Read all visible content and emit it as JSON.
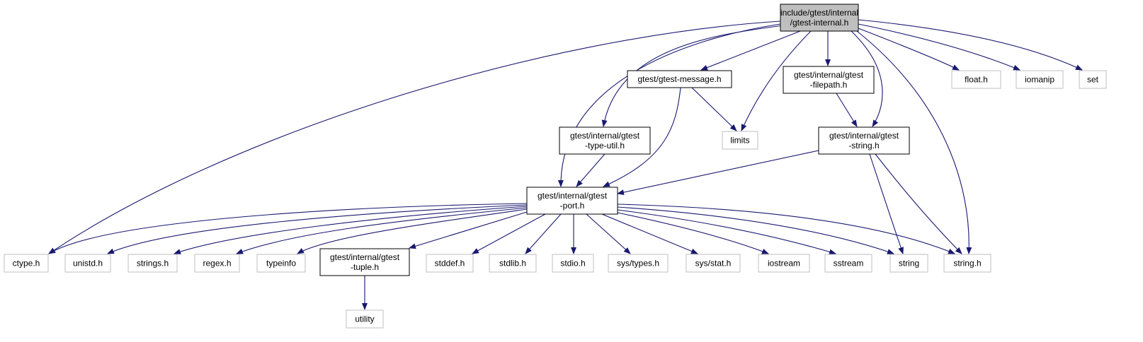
{
  "diagram": {
    "colors": {
      "edge": "#191970",
      "root_fill": "#bfbfbf",
      "root_border": "#000000",
      "documented_border": "#000000",
      "external_border": "#bfbfbf",
      "external_text": "#4f4f4f"
    },
    "nodes": {
      "root": {
        "lines": [
          "include/gtest/internal",
          "/gtest-internal.h"
        ],
        "kind": "root"
      },
      "message": {
        "lines": [
          "gtest/gtest-message.h"
        ],
        "kind": "documented"
      },
      "filepath": {
        "lines": [
          "gtest/internal/gtest",
          "-filepath.h"
        ],
        "kind": "documented"
      },
      "typeutil": {
        "lines": [
          "gtest/internal/gtest",
          "-type-util.h"
        ],
        "kind": "documented"
      },
      "gstring": {
        "lines": [
          "gtest/internal/gtest",
          "-string.h"
        ],
        "kind": "documented"
      },
      "port": {
        "lines": [
          "gtest/internal/gtest",
          "-port.h"
        ],
        "kind": "documented"
      },
      "tuple": {
        "lines": [
          "gtest/internal/gtest",
          "-tuple.h"
        ],
        "kind": "documented"
      },
      "limits": {
        "lines": [
          "limits"
        ],
        "kind": "external"
      },
      "float_h": {
        "lines": [
          "float.h"
        ],
        "kind": "external"
      },
      "iomanip": {
        "lines": [
          "iomanip"
        ],
        "kind": "external"
      },
      "set": {
        "lines": [
          "set"
        ],
        "kind": "external"
      },
      "ctype": {
        "lines": [
          "ctype.h"
        ],
        "kind": "external"
      },
      "unistd": {
        "lines": [
          "unistd.h"
        ],
        "kind": "external"
      },
      "strings": {
        "lines": [
          "strings.h"
        ],
        "kind": "external"
      },
      "regex": {
        "lines": [
          "regex.h"
        ],
        "kind": "external"
      },
      "typeinfo": {
        "lines": [
          "typeinfo"
        ],
        "kind": "external"
      },
      "stddef": {
        "lines": [
          "stddef.h"
        ],
        "kind": "external"
      },
      "stdlib": {
        "lines": [
          "stdlib.h"
        ],
        "kind": "external"
      },
      "stdio": {
        "lines": [
          "stdio.h"
        ],
        "kind": "external"
      },
      "systypes": {
        "lines": [
          "sys/types.h"
        ],
        "kind": "external"
      },
      "sysstat": {
        "lines": [
          "sys/stat.h"
        ],
        "kind": "external"
      },
      "iostream": {
        "lines": [
          "iostream"
        ],
        "kind": "external"
      },
      "sstream": {
        "lines": [
          "sstream"
        ],
        "kind": "external"
      },
      "string": {
        "lines": [
          "string"
        ],
        "kind": "external"
      },
      "string_h": {
        "lines": [
          "string.h"
        ],
        "kind": "external"
      },
      "utility": {
        "lines": [
          "utility"
        ],
        "kind": "external"
      }
    },
    "edges": [
      [
        "root",
        "ctype"
      ],
      [
        "root",
        "port"
      ],
      [
        "root",
        "typeutil"
      ],
      [
        "root",
        "message"
      ],
      [
        "root",
        "limits"
      ],
      [
        "root",
        "filepath"
      ],
      [
        "root",
        "gstring"
      ],
      [
        "root",
        "string_h"
      ],
      [
        "root",
        "float_h"
      ],
      [
        "root",
        "iomanip"
      ],
      [
        "root",
        "set"
      ],
      [
        "message",
        "port"
      ],
      [
        "message",
        "limits"
      ],
      [
        "filepath",
        "gstring"
      ],
      [
        "typeutil",
        "port"
      ],
      [
        "gstring",
        "port"
      ],
      [
        "gstring",
        "string"
      ],
      [
        "gstring",
        "string_h"
      ],
      [
        "port",
        "ctype"
      ],
      [
        "port",
        "unistd"
      ],
      [
        "port",
        "strings"
      ],
      [
        "port",
        "regex"
      ],
      [
        "port",
        "typeinfo"
      ],
      [
        "port",
        "tuple"
      ],
      [
        "port",
        "stddef"
      ],
      [
        "port",
        "stdlib"
      ],
      [
        "port",
        "stdio"
      ],
      [
        "port",
        "systypes"
      ],
      [
        "port",
        "sysstat"
      ],
      [
        "port",
        "iostream"
      ],
      [
        "port",
        "sstream"
      ],
      [
        "port",
        "string"
      ],
      [
        "port",
        "string_h"
      ],
      [
        "tuple",
        "utility"
      ]
    ]
  }
}
